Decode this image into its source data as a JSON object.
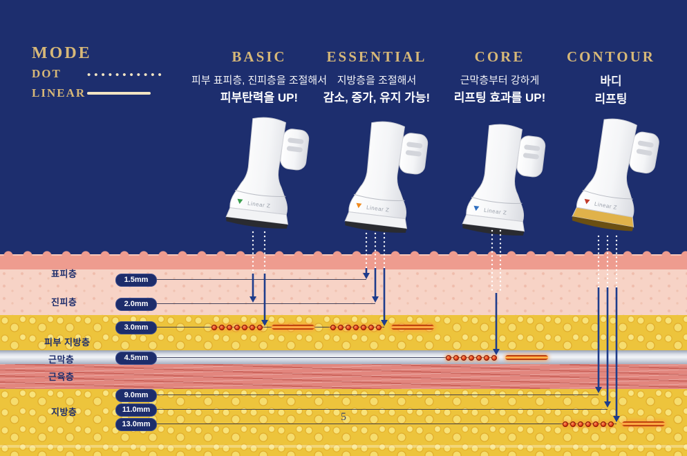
{
  "page": {
    "background": "#1d2e6e",
    "page_number": "5"
  },
  "legend": {
    "mode": "MODE",
    "dot": "DOT",
    "dot_marks": "•••••••••••",
    "linear": "LINEAR"
  },
  "device_label": "Linear Z",
  "columns": [
    {
      "title": "BASIC",
      "desc": "피부 표피층, 진피층을 조절해서",
      "highlight": "피부탄력을 UP!",
      "accent": "#3a9e4e"
    },
    {
      "title": "ESSENTIAL",
      "desc": "지방층을 조절해서",
      "highlight": "감소, 증가, 유지 가능!",
      "accent": "#f08a1e"
    },
    {
      "title": "CORE",
      "desc": "근막층부터 강하게",
      "highlight": "리프팅 효과를 UP!",
      "accent": "#2f6fc0"
    },
    {
      "title": "CONTOUR",
      "desc": "바디",
      "highlight": "리프팅",
      "accent": "#c23b2a",
      "tip": "#e0b24a",
      "tip_dark": "#6b4f12"
    }
  ],
  "skin": {
    "layers": [
      "표피층",
      "진피층",
      "피부 지방층",
      "근막층",
      "근육층",
      "지방층"
    ],
    "depths": [
      "1.5mm",
      "2.0mm",
      "3.0mm",
      "4.5mm",
      "9.0mm",
      "11.0mm",
      "13.0mm"
    ]
  },
  "colors": {
    "gold": "#d7b878",
    "arrow": "#1d3c8c",
    "marker_red": "#e23a17",
    "badge_navy": "#1d2d6b"
  }
}
